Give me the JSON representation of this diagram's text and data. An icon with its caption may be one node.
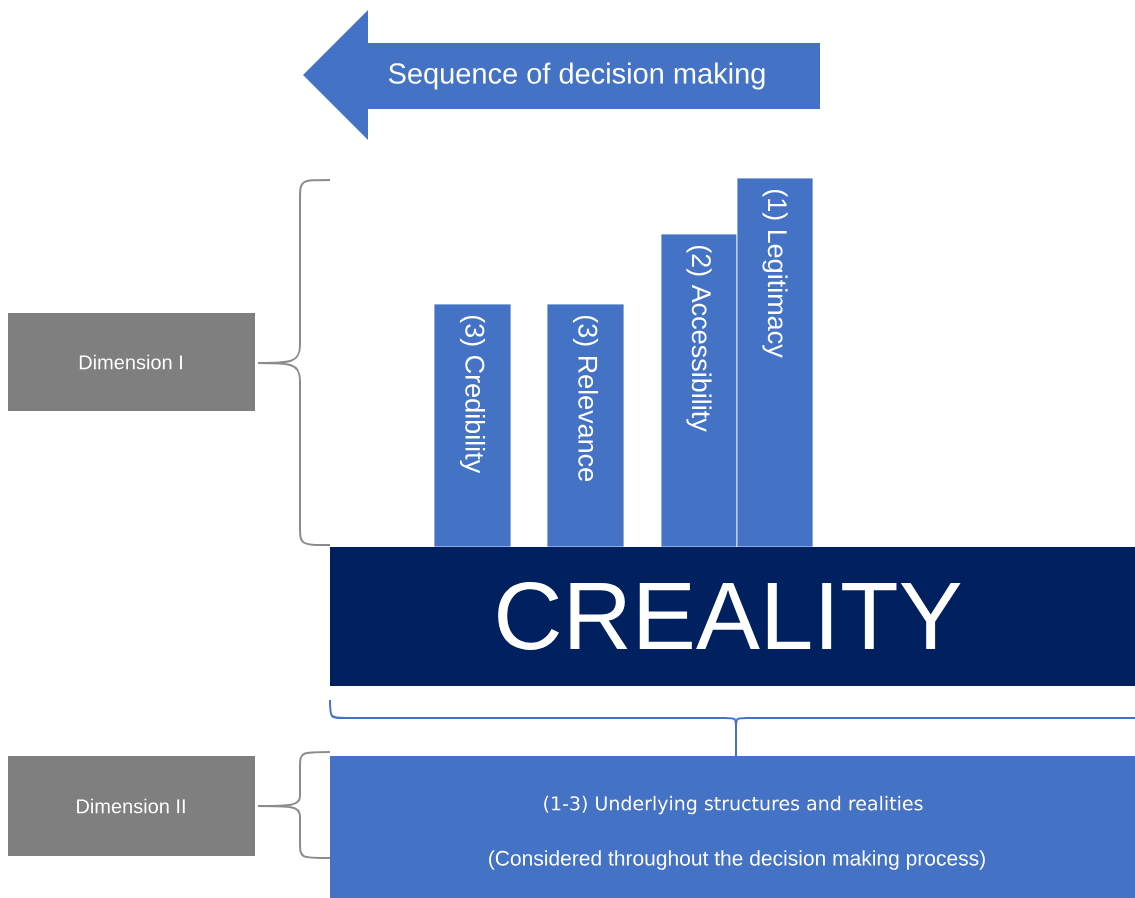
{
  "diagram": {
    "nodes": [
      {
        "text": [
          "Sequence of decision making"
        ]
      },
      {
        "text": [
          "Dimension I"
        ]
      },
      {
        "text": [
          "(3) Credibility"
        ]
      },
      {
        "text": [
          "(3) Relevance"
        ]
      },
      {
        "text": [
          "(2) Accessibility"
        ]
      },
      {
        "text": [
          "(1) Legitimacy"
        ]
      },
      {
        "text": [
          "CREALITY"
        ]
      },
      {
        "text": [
          "Dimension II"
        ]
      },
      {
        "text": [
          "(1-3) Underlying structures and realities",
          "(Considered throughout the decision making process)"
        ]
      }
    ]
  }
}
